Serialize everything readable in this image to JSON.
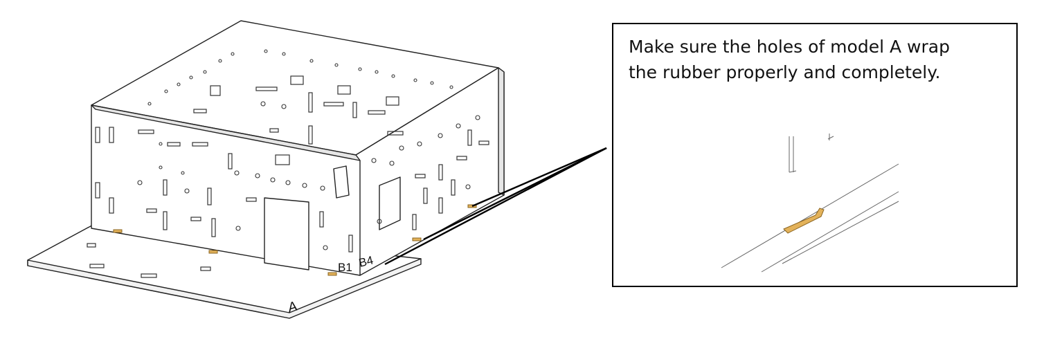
{
  "instruction": {
    "line1": "Make sure the holes of model A wrap",
    "line2": "the rubber properly and completely."
  },
  "part_labels": {
    "base_plate": "A",
    "panel_front": "B1",
    "panel_side": "B4"
  },
  "colors": {
    "line": "#1a1a1a",
    "rubber_fill": "#e3b25a",
    "rubber_stroke": "#8a6420",
    "background": "#ffffff"
  }
}
